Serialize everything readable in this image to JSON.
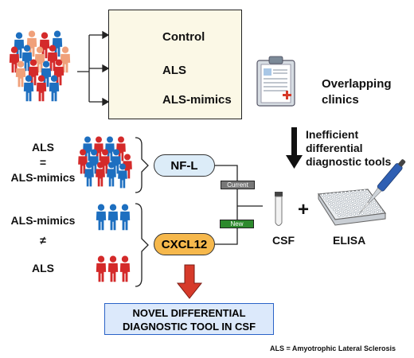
{
  "colors": {
    "control": "#f0a07a",
    "als": "#d42a2a",
    "mimic": "#1d6fc0",
    "nfl_fill": "#dcecf8",
    "cxcl12_fill": "#f6b84c",
    "current_tag": "#777777",
    "new_tag": "#2d8a2d",
    "arrow_red": "#d63a2a",
    "result_fill": "#dce9fb",
    "result_border": "#2a63c7"
  },
  "icons": {
    "people": "person-icon",
    "clipboard": "clipboard-icon",
    "tube": "test-tube-icon",
    "plate": "elisa-plate-icon",
    "pipette": "pipette-icon"
  },
  "groups": {
    "control": "Control",
    "als": "ALS",
    "mimics": "ALS-mimics"
  },
  "clinics_label": "Overlapping\nclinics",
  "inefficient_label": "Inefficient\ndifferential\ndiagnostic tools",
  "equality": {
    "top": "ALS",
    "symbol": "=",
    "bottom": "ALS-mimics"
  },
  "inequality": {
    "top": "ALS-mimics",
    "symbol": "≠",
    "bottom": "ALS"
  },
  "biomarkers": {
    "current": "NF-L",
    "novel": "CXCL12"
  },
  "tags": {
    "current": "Current",
    "new": "New"
  },
  "methods": {
    "csf": "CSF",
    "plus": "+",
    "elisa": "ELISA"
  },
  "result": "NOVEL DIFFERENTIAL\nDIAGNOSTIC TOOL IN CSF",
  "footnote": "ALS = Amyotrophic Lateral Sclerosis"
}
